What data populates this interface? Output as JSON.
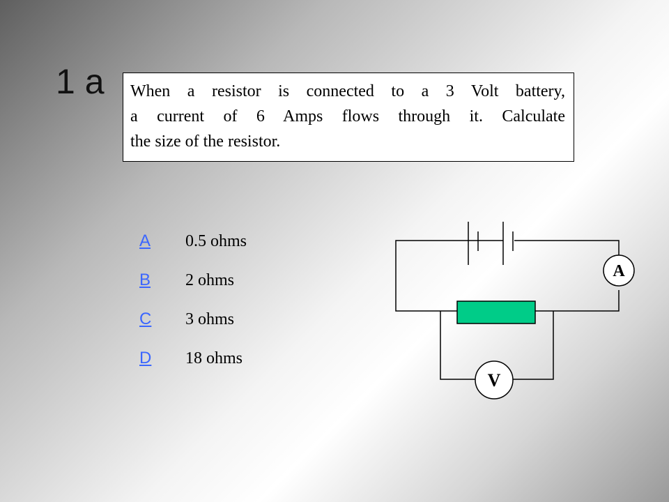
{
  "slide": {
    "number": "1 a"
  },
  "question": {
    "line1": "When a resistor is connected to a 3 Volt battery,",
    "line2": "a current of 6 Amps flows through it.  Calculate",
    "line3": "the size of the resistor."
  },
  "options": [
    {
      "letter": "A",
      "answer": "0.5 ohms"
    },
    {
      "letter": "B",
      "answer": "2 ohms"
    },
    {
      "letter": "C",
      "answer": "3 ohms"
    },
    {
      "letter": "D",
      "answer": "18 ohms"
    }
  ],
  "diagram": {
    "ammeter_label": "A",
    "voltmeter_label": "V",
    "resistor_color": "#00cc88"
  },
  "colors": {
    "link": "#3b66ff"
  }
}
